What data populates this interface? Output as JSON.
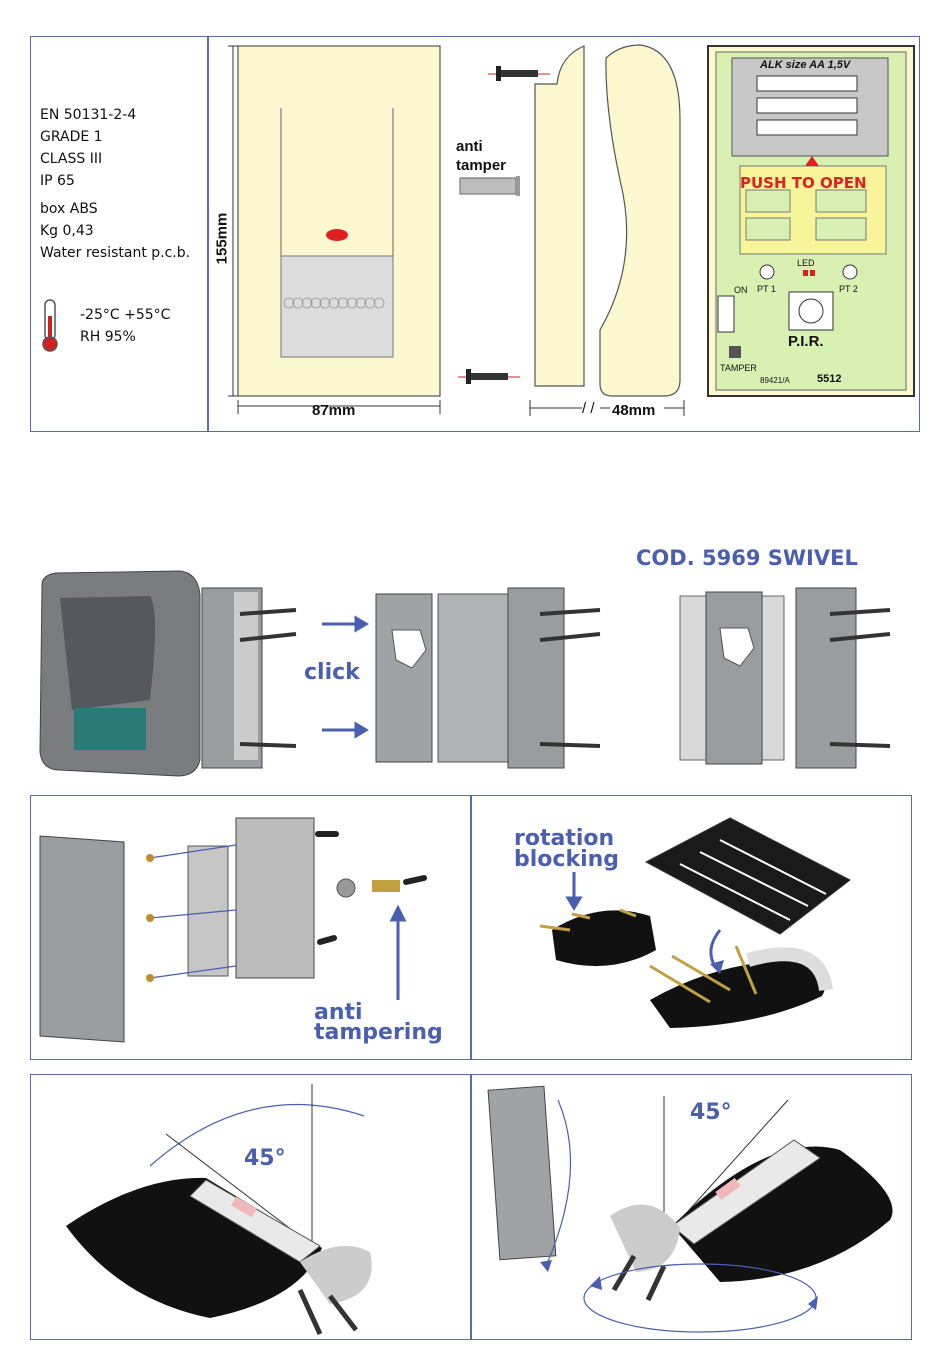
{
  "specs": {
    "lines": [
      "EN 50131-2-4",
      "GRADE 1",
      "CLASS III",
      "IP 65",
      "box ABS",
      "Kg 0,43",
      "Water resistant p.c.b."
    ],
    "temperature": "-25°C +55°C",
    "humidity": "RH 95%"
  },
  "dimensions": {
    "height": "155mm",
    "width": "87mm",
    "depth": "48mm",
    "depth_break": "/ /"
  },
  "anti_tamper": [
    "anti",
    "tamper"
  ],
  "pcb": {
    "battery_title": "ALK size AA 1,5V",
    "push": "PUSH TO OPEN",
    "led": "LED",
    "pt1": "PT 1",
    "pt2": "PT 2",
    "on": "ON",
    "pir": "P.I.R.",
    "tamper": "TAMPER",
    "code_small": "89421/A",
    "code": "5512"
  },
  "swivel": {
    "title": "COD. 5969 SWIVEL",
    "click": "click",
    "rotation": [
      "rotation",
      "blocking"
    ],
    "anti_tampering": [
      "anti",
      "tampering"
    ],
    "angle_left": "45°",
    "angle_right": "45°"
  },
  "colors": {
    "accent": "#4a5fb0",
    "cream": "#fbf7cf",
    "pcb": "#d9f0b3",
    "push": "#e02020"
  }
}
